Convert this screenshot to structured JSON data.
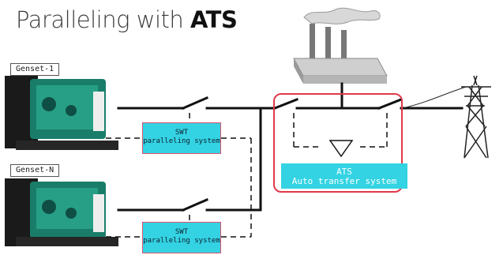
{
  "title": {
    "prefix": "Paralleling with ",
    "emphasis": "ATS"
  },
  "gensets": [
    {
      "label": "Genset-1"
    },
    {
      "label": "Genset-N"
    }
  ],
  "swt_boxes": [
    {
      "line1": "SWT",
      "line2": "paralleling system"
    },
    {
      "line1": "SWT",
      "line2": "paralleling system"
    }
  ],
  "ats": {
    "line1": "ATS",
    "line2": "Auto transfer system"
  },
  "colors": {
    "box_fill": "#33d3e3",
    "frame": "#e03a4a",
    "line": "#111111"
  },
  "icons": [
    "generator-icon",
    "power-plant-icon",
    "transmission-tower-icon"
  ]
}
